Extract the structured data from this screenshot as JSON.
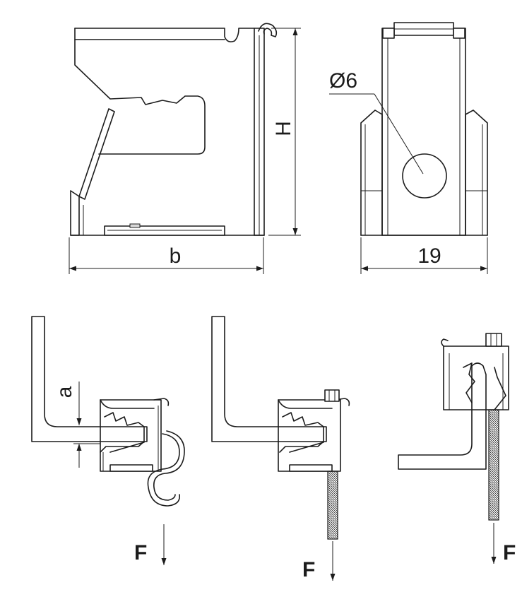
{
  "labels": {
    "height": "H",
    "width": "b",
    "diameter": "Ø6",
    "depth": "19",
    "gap": "a",
    "force": "F"
  }
}
